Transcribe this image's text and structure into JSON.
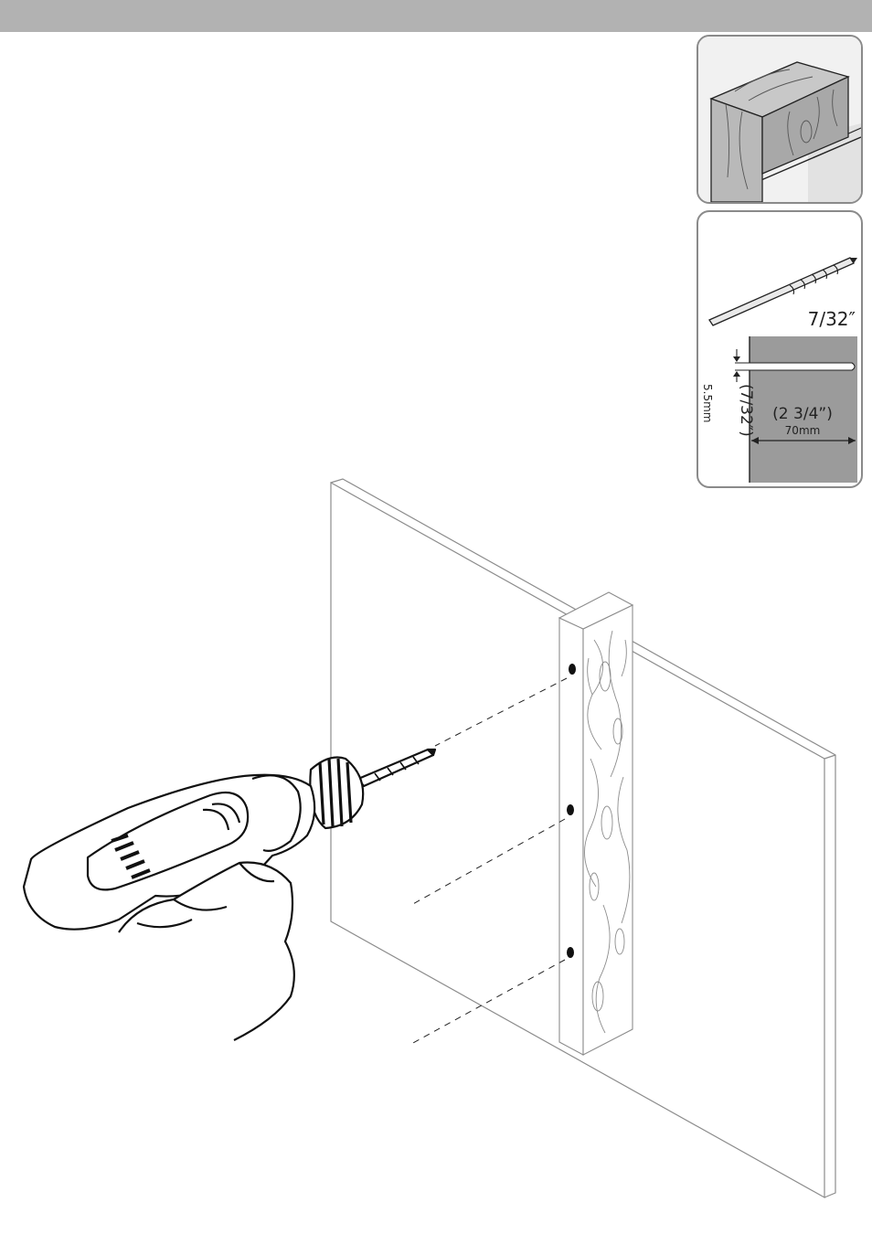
{
  "header": {
    "bar_color": "#b2b2b2"
  },
  "panels": {
    "wood_stud": {
      "icon": "wood-stud-icon"
    },
    "drill_bit": {
      "icon": "drill-bit-icon",
      "bit_size": "7/32″",
      "hole_diameter_in": "(7/32″)",
      "hole_diameter_mm": "5.5mm",
      "hole_depth_in": "(2 3/4”)",
      "hole_depth_mm": "70mm"
    }
  },
  "main_illustration": {
    "icons": [
      "panel-board",
      "wood-stud",
      "power-drill-in-hand",
      "pilot-hole"
    ],
    "pilot_hole_count": 3
  },
  "colors": {
    "stud_shade": "#9b9b9b",
    "line": "#111111",
    "panel_border": "#8a8a8a"
  }
}
